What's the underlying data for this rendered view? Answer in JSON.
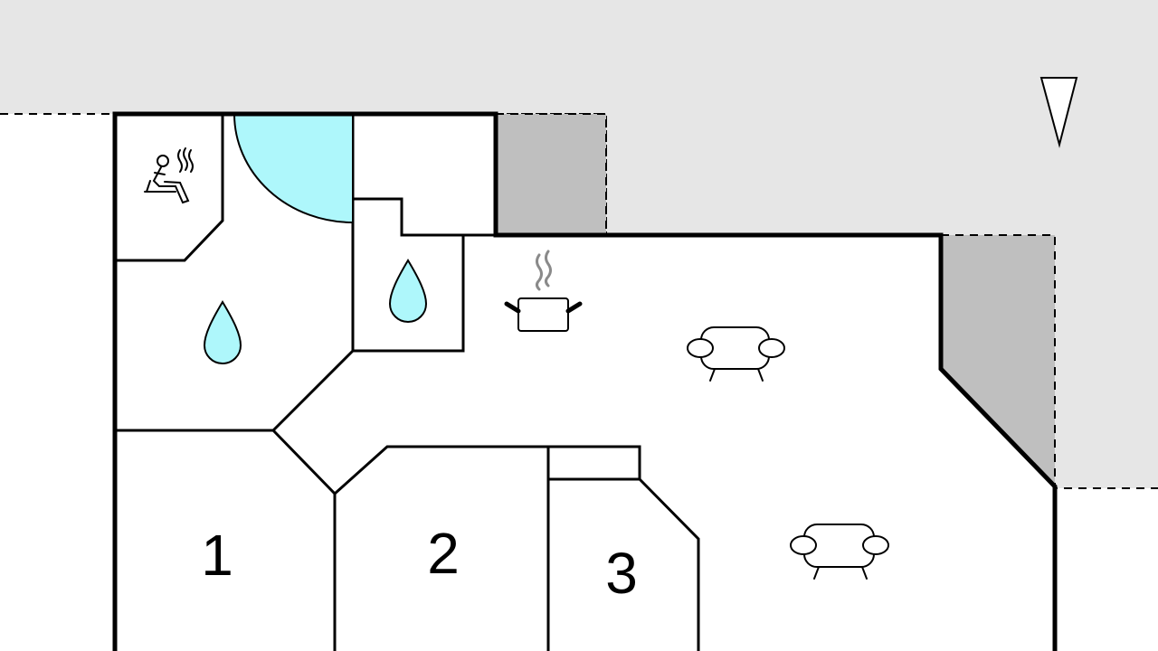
{
  "floorplan": {
    "rooms": [
      {
        "id": "1",
        "label": "1"
      },
      {
        "id": "2",
        "label": "2"
      },
      {
        "id": "3",
        "label": "3"
      }
    ],
    "icons": [
      {
        "name": "sauna-icon"
      },
      {
        "name": "water-drop-icon"
      },
      {
        "name": "water-drop-icon"
      },
      {
        "name": "kitchen-pot-icon"
      },
      {
        "name": "sofa-icon"
      },
      {
        "name": "sofa-icon"
      },
      {
        "name": "north-arrow-icon"
      }
    ]
  },
  "colors": {
    "outside_area": "#e6e6e6",
    "terrace": "#bfbfbf",
    "pool": "#aef7fb",
    "wall": "#000000"
  }
}
